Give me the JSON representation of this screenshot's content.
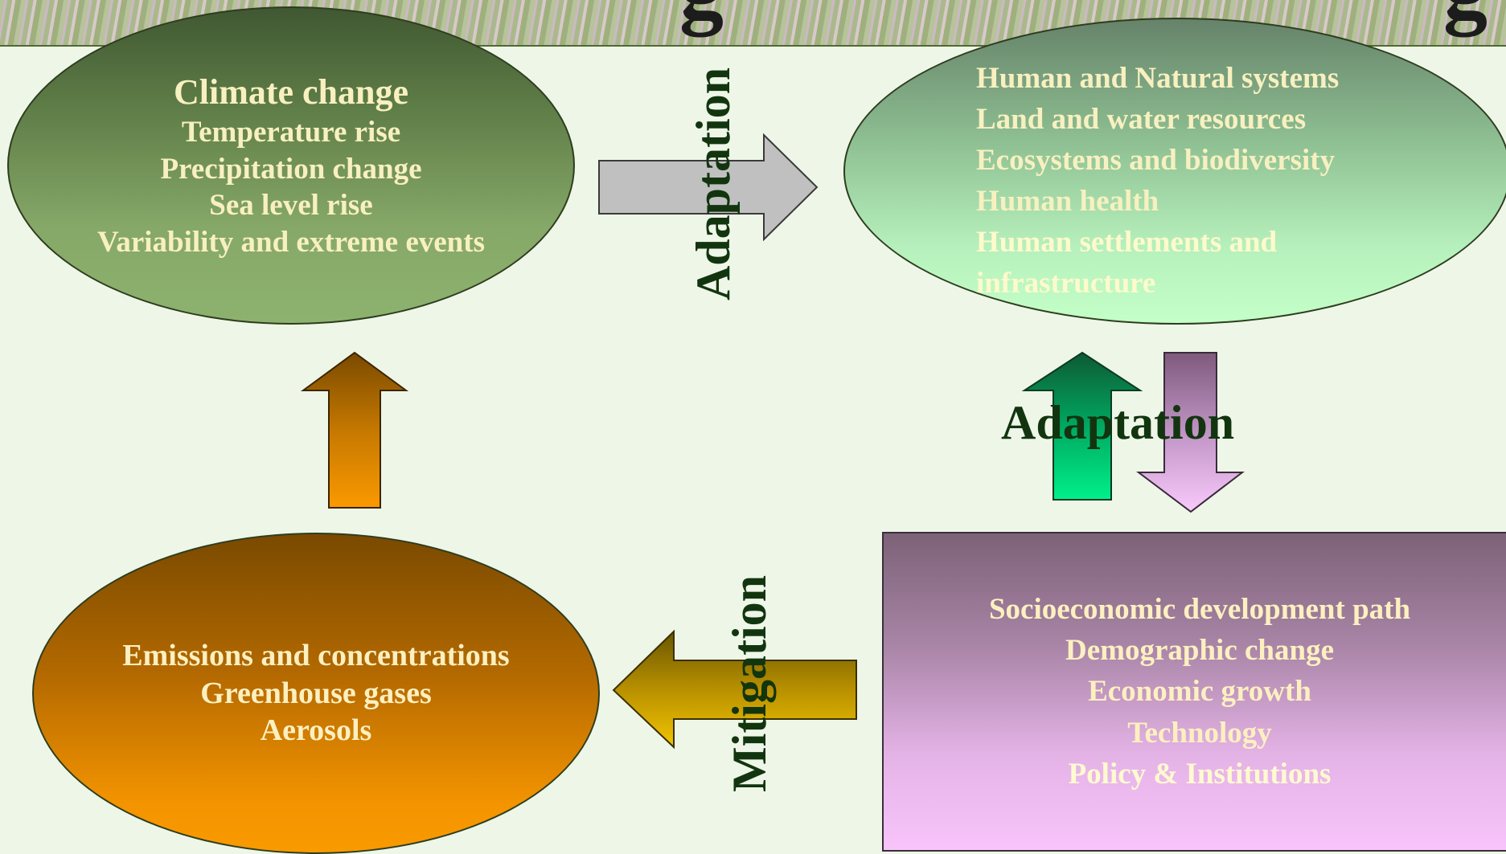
{
  "header": {
    "title_fragments": [
      "g",
      "g"
    ]
  },
  "nodes": {
    "climate": {
      "lines": [
        "Climate change",
        "Temperature rise",
        "Precipitation change",
        "Sea level rise",
        "Variability and extreme events"
      ]
    },
    "systems": {
      "lines": [
        "Human and Natural systems",
        "Land and water resources",
        "Ecosystems and biodiversity",
        "Human health",
        "Human settlements and",
        "infrastructure"
      ]
    },
    "emissions": {
      "lines": [
        "Emissions and concentrations",
        "Greenhouse gases",
        "Aerosols"
      ]
    },
    "socio": {
      "lines": [
        "Socioeconomic development path",
        "Demographic change",
        "Economic growth",
        "Technology",
        "Policy & Institutions"
      ]
    }
  },
  "labels": {
    "adaptation_top": "Adaptation",
    "adaptation_mid": "Adaptation",
    "mitigation": "Mitigation"
  },
  "colors": {
    "label_text": "#12350f",
    "node_text": "#f8f0c0",
    "climate": "#6f8f55",
    "systems": "#a8e6ae",
    "emissions": "#d07a00",
    "socio": "#c49ac5",
    "arrow_gray": "#c0c0c0",
    "arrow_orange": "#f19400",
    "arrow_green": "#00e080",
    "arrow_pink": "#f2c4f5",
    "arrow_gold": "#e8be00"
  }
}
